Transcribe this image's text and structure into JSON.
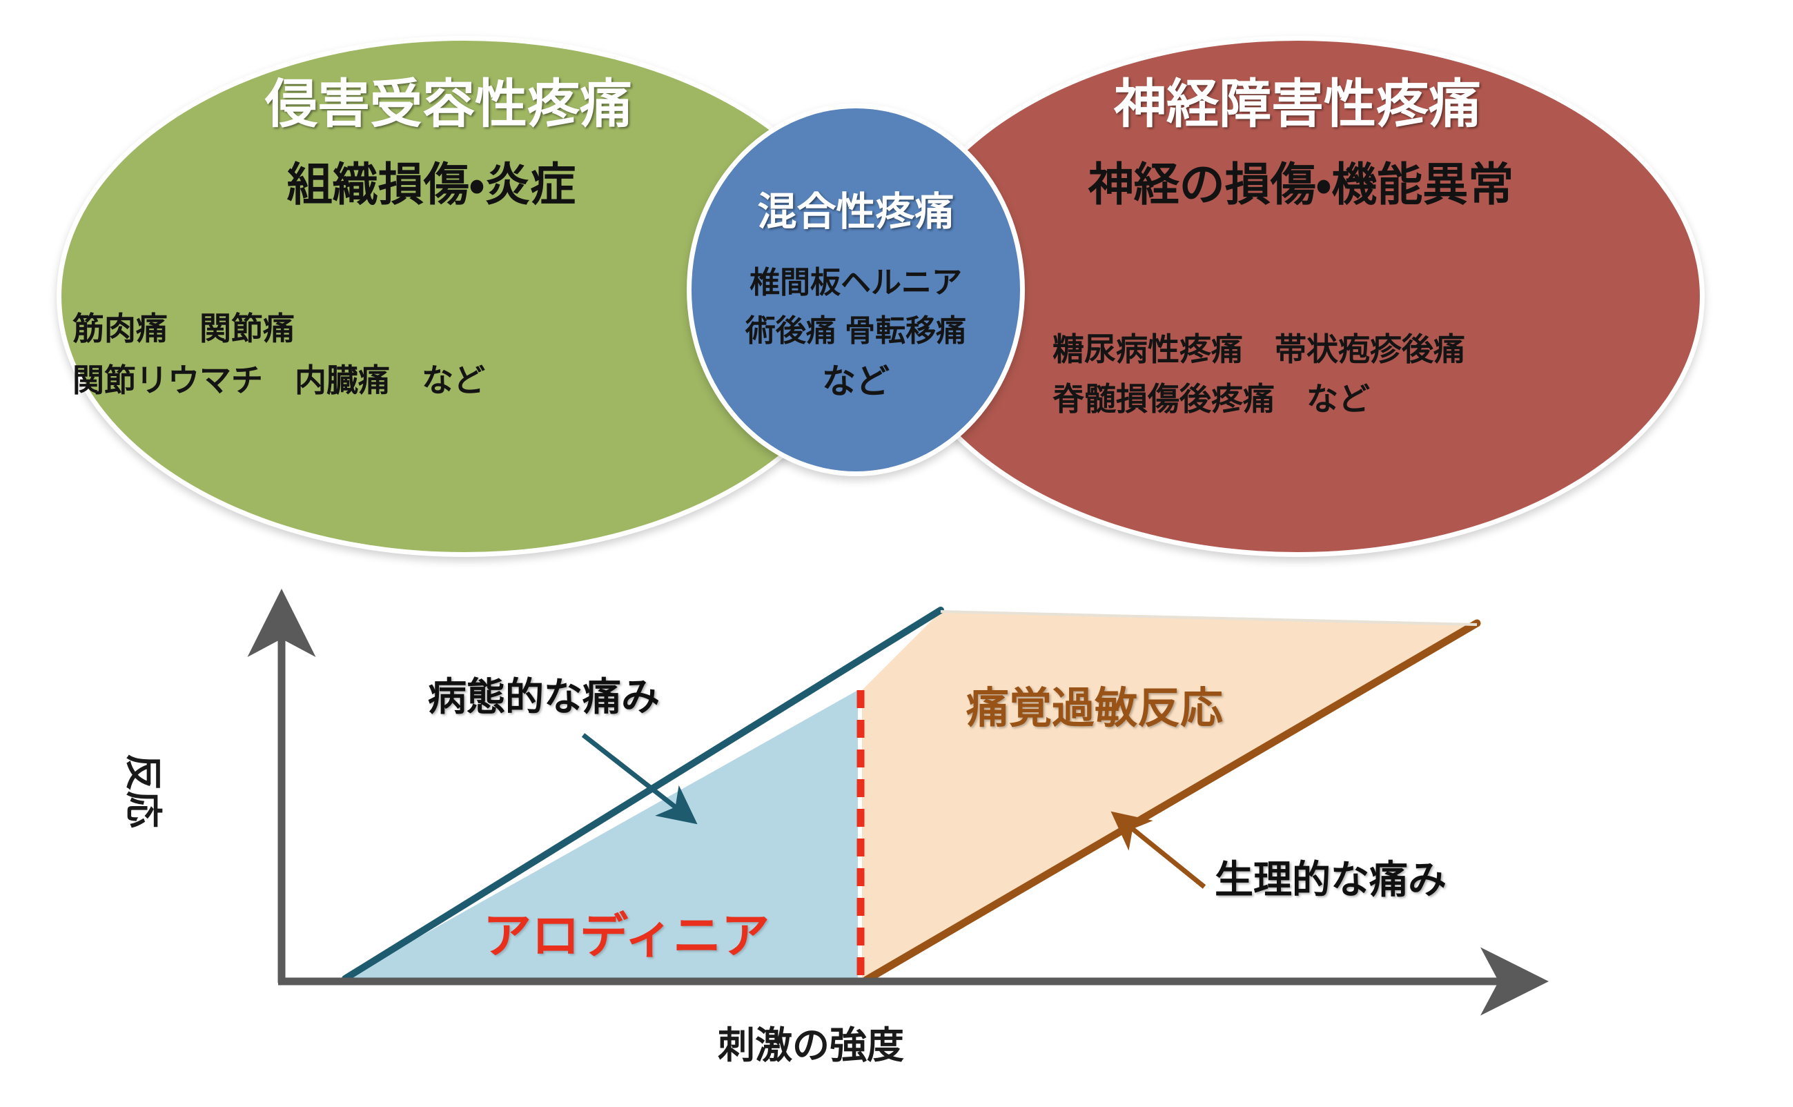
{
  "venn": {
    "nociceptive": {
      "title": "侵害受容性疼痛",
      "subtitle": "組織損傷・炎症",
      "examples_line1": "筋肉痛　関節痛",
      "examples_line2": "関節リウマチ　内臓痛　など",
      "color": "#9FB763"
    },
    "mixed": {
      "title": "混合性疼痛",
      "examples_line1": "椎間板ヘルニア",
      "examples_line2": "術後痛 骨転移痛",
      "examples_line3": "など",
      "color": "#5782BA"
    },
    "neuropathic": {
      "title": "神経障害性疼痛",
      "subtitle": "神経の損傷・機能異常",
      "examples_line1": "糖尿病性疼痛　帯状疱疹後痛",
      "examples_line2": "脊髄損傷後疼痛　など",
      "color": "#B0584F"
    }
  },
  "chart_data": {
    "type": "area",
    "title": "",
    "xlabel": "刺激の強度",
    "ylabel": "反応",
    "xlim": [
      0,
      100
    ],
    "ylim": [
      0,
      100
    ],
    "grid": false,
    "legend_position": "none",
    "annotations": [
      {
        "text": "病態的な痛み",
        "color": "#101010",
        "points_to": "pathological-line"
      },
      {
        "text": "痛覚過敏反応",
        "color": "#9A5316",
        "points_to": "hyperalgesia-region"
      },
      {
        "text": "生理的な痛み",
        "color": "#101010",
        "points_to": "physiological-line"
      },
      {
        "text": "アロディニア",
        "color": "#E8301C",
        "points_to": "allodynia-region"
      }
    ],
    "series": [
      {
        "name": "病態的な痛み",
        "line_color": "#1F5B6E",
        "fill_color": "#B5D7E4",
        "region_label": "アロディニア",
        "x": [
          5,
          47,
          75
        ],
        "y": [
          0,
          66,
          100
        ],
        "note": "steep early-onset curve; shaded blue area is allodynia below threshold"
      },
      {
        "name": "生理的な痛み",
        "line_color": "#9A5316",
        "fill_color": "#FAE0C4",
        "region_label": "痛覚過敏反応",
        "x": [
          48,
          100
        ],
        "y": [
          0,
          98
        ],
        "note": "normal physiological pain slope; beige region is hyperalgesic response"
      }
    ],
    "threshold_marker": {
      "label": "",
      "color": "#E8301C",
      "style": "dashed-vertical",
      "x": 48
    }
  }
}
